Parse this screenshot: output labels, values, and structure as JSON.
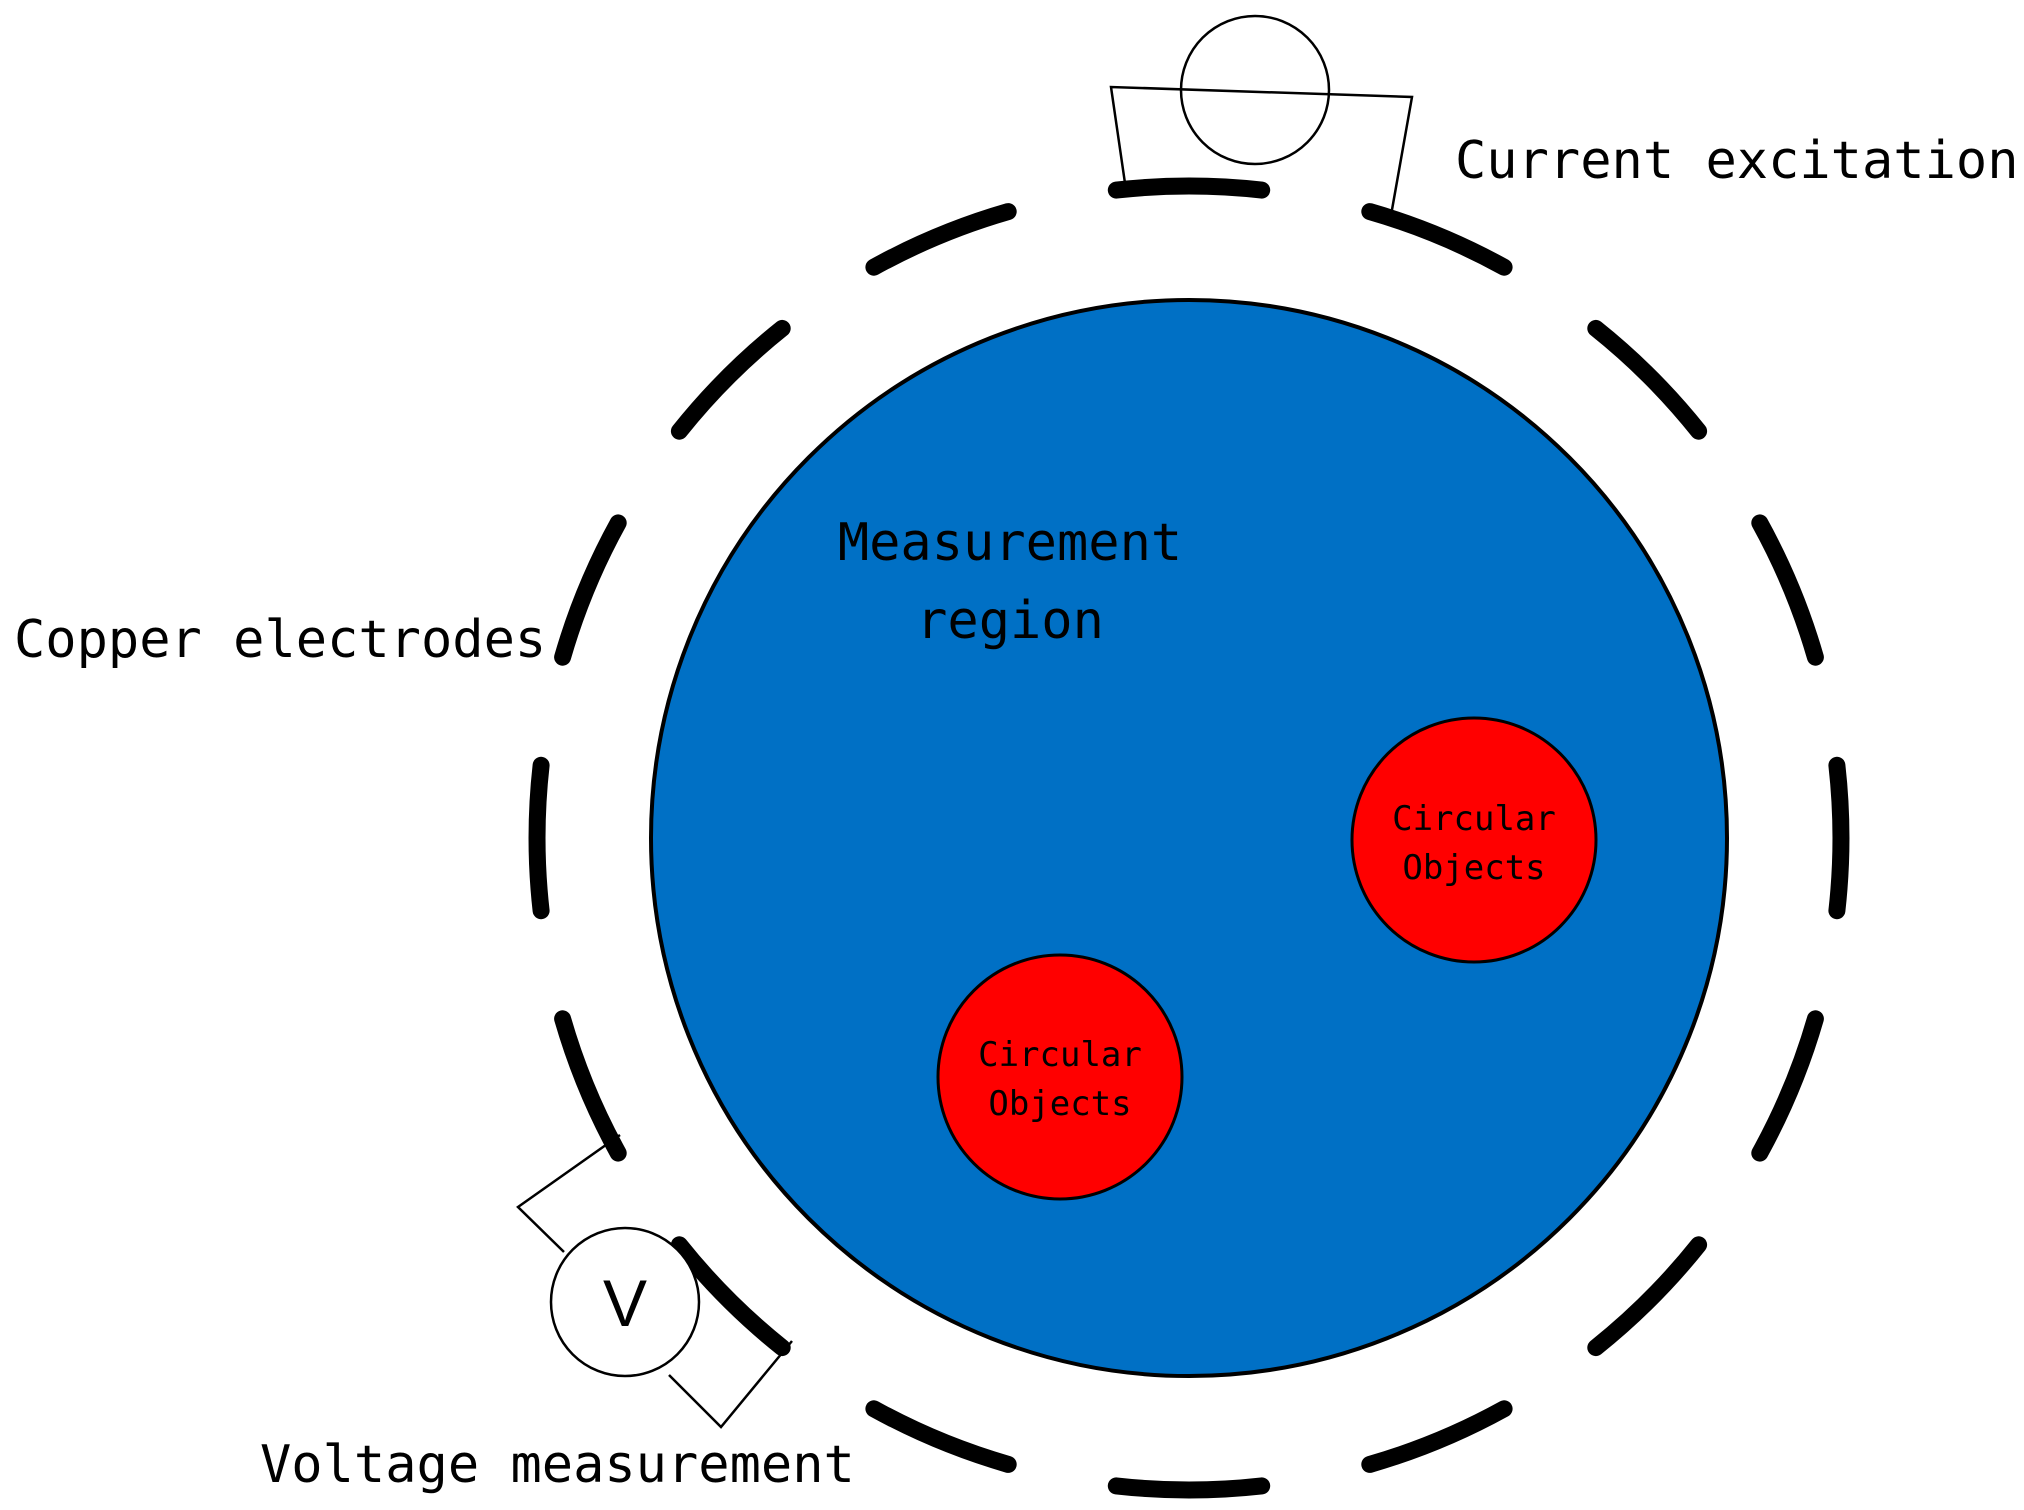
{
  "labels": {
    "current_excitation": "Current excitation",
    "copper_electrodes": "Copper electrodes",
    "voltage_measurement": "Voltage measurement",
    "measurement_region_line1": "Measurement",
    "measurement_region_line2": "region",
    "voltmeter_symbol": "V"
  },
  "objects": [
    {
      "line1": "Circular",
      "line2": "Objects"
    },
    {
      "line1": "Circular",
      "line2": "Objects"
    }
  ],
  "electrodes": {
    "count": 16
  },
  "colors": {
    "measurement_region": "#0070C5",
    "circular_objects": "#FF0000",
    "electrodes": "#000000",
    "background": "#FFFFFF"
  }
}
